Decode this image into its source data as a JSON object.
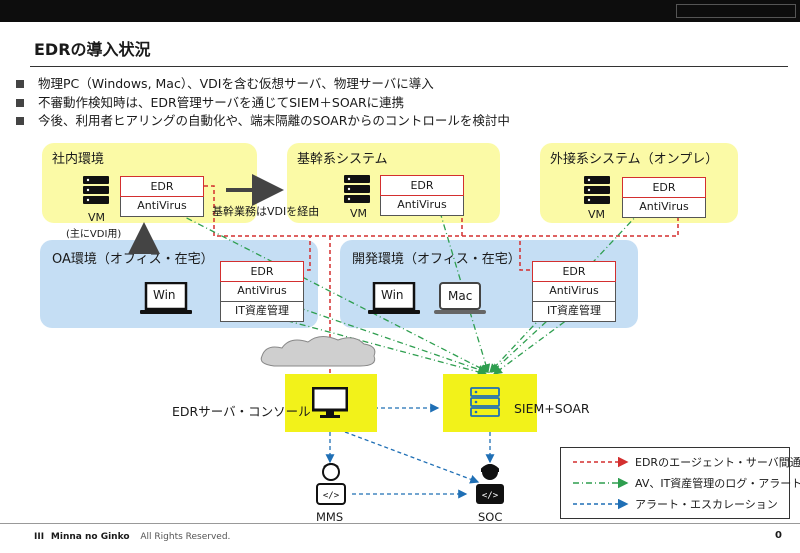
{
  "title": "EDRの導入状況",
  "bullets": [
    "物理PC（Windows, Mac）、VDIを含む仮想サーバ、物理サーバに導入",
    "不審動作検知時は、EDR管理サーバを通じてSIEM＋SOARに連携",
    "今後、利用者ヒアリングの自動化や、端末隔離のSOARからのコントロールを検討中"
  ],
  "zones": {
    "office": "社内環境",
    "core": "基幹系システム",
    "external": "外接系システム（オンプレ）",
    "oa": "OA環境（オフィス・在宅）",
    "dev": "開発環境（オフィス・在宅）"
  },
  "agent": {
    "edr": "EDR",
    "av": "AntiVirus",
    "asset": "IT資産管理"
  },
  "labels": {
    "vm": "VM",
    "main_vdi": "(主にVDI用)",
    "core_via_vdi": "基幹業務はVDIを経由",
    "win": "Win",
    "mac": "Mac",
    "edr_console": "EDRサーバ・コンソール",
    "siem_soar": "SIEM+SOAR",
    "mms": "MMS",
    "soc": "SOC"
  },
  "legend": [
    {
      "text": "EDRのエージェント・サーバ間通信",
      "color": "#d32f2f",
      "style": "dash"
    },
    {
      "text": "AV、IT資産管理のログ・アラート",
      "color": "#2e9e4f",
      "style": "dashdot"
    },
    {
      "text": "アラート・エスカレーション",
      "color": "#1f6fb5",
      "style": "dash"
    }
  ],
  "footer": {
    "company": "Minna no Ginko",
    "rights": "All Rights Reserved.",
    "page": "0"
  }
}
